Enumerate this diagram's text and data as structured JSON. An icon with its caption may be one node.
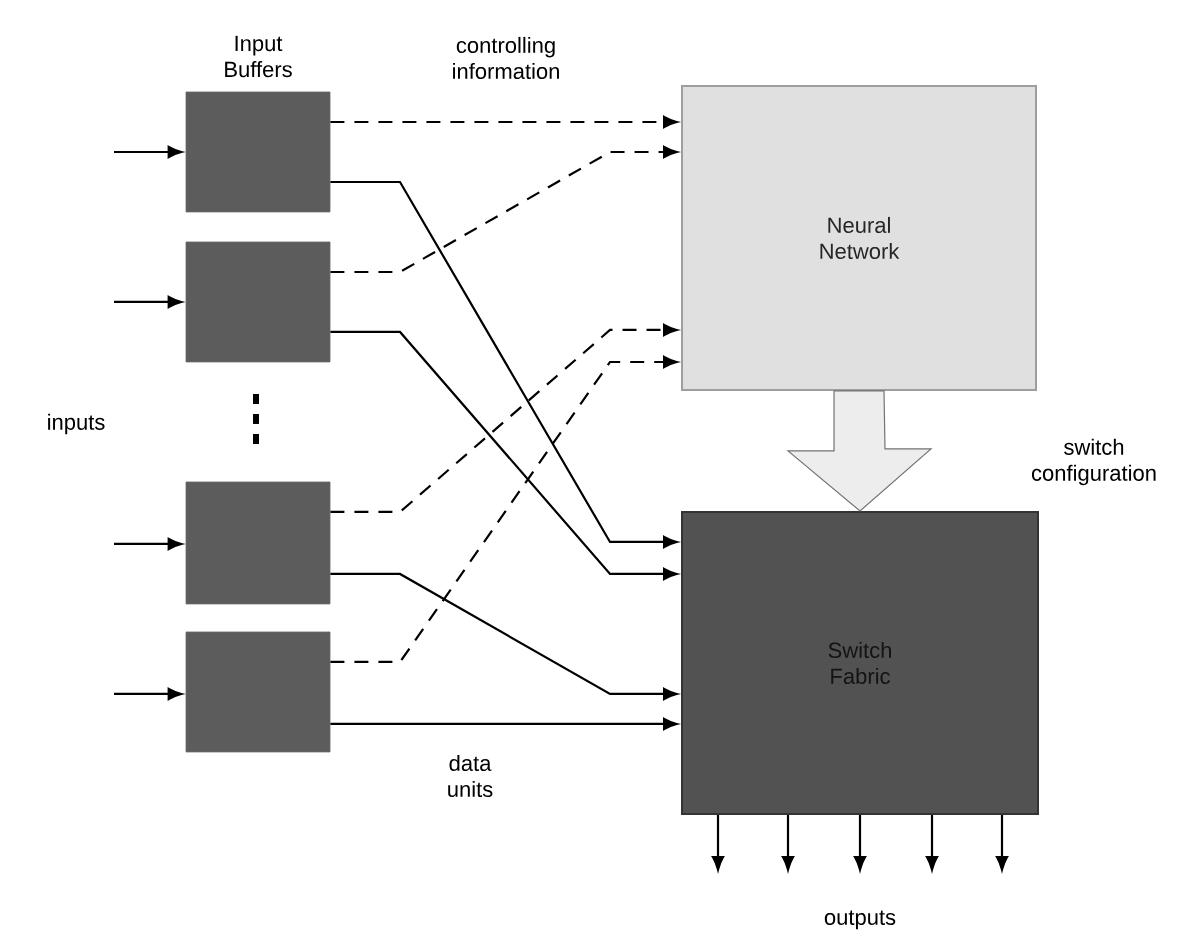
{
  "diagram": {
    "nodes": [
      {
        "text": [],
        "shape": "box",
        "beside": [
          "Input Buffers"
        ]
      },
      {
        "text": [],
        "shape": "box"
      },
      {
        "text": [],
        "shape": "box"
      },
      {
        "text": [],
        "shape": "box"
      },
      {
        "text": [
          "Neural Network"
        ]
      },
      {
        "text": [
          "Switch Fabric"
        ]
      }
    ],
    "edges": [
      {
        "from": null,
        "to": 0,
        "arrow": "to"
      },
      {
        "from": null,
        "to": 1,
        "arrow": "to"
      },
      {
        "from": null,
        "to": 2,
        "arrow": "to"
      },
      {
        "from": null,
        "to": 3,
        "arrow": "to"
      },
      {
        "from": 0,
        "to": 4,
        "arrow": "to",
        "style": "dashed"
      },
      {
        "from": 1,
        "to": 4,
        "arrow": "to",
        "style": "dashed"
      },
      {
        "from": 2,
        "to": 4,
        "arrow": "to",
        "style": "dashed"
      },
      {
        "from": 3,
        "to": 4,
        "arrow": "to",
        "style": "dashed"
      },
      {
        "from": 0,
        "to": 5,
        "arrow": "to"
      },
      {
        "from": 1,
        "to": 5,
        "arrow": "to"
      },
      {
        "from": 2,
        "to": 5,
        "arrow": "to"
      },
      {
        "from": 3,
        "to": 5,
        "arrow": "to"
      },
      {
        "from": 4,
        "to": 5,
        "arrow": "to",
        "style": "thick"
      },
      {
        "from": 5,
        "to": null,
        "arrow": "to"
      },
      {
        "from": 5,
        "to": null,
        "arrow": "to"
      },
      {
        "from": 5,
        "to": null,
        "arrow": "to"
      },
      {
        "from": 5,
        "to": null,
        "arrow": "to"
      },
      {
        "from": 5,
        "to": null,
        "arrow": "to"
      }
    ],
    "labels": [
      "controlling information",
      "inputs",
      "switch configuration",
      "data units",
      "outputs"
    ]
  }
}
